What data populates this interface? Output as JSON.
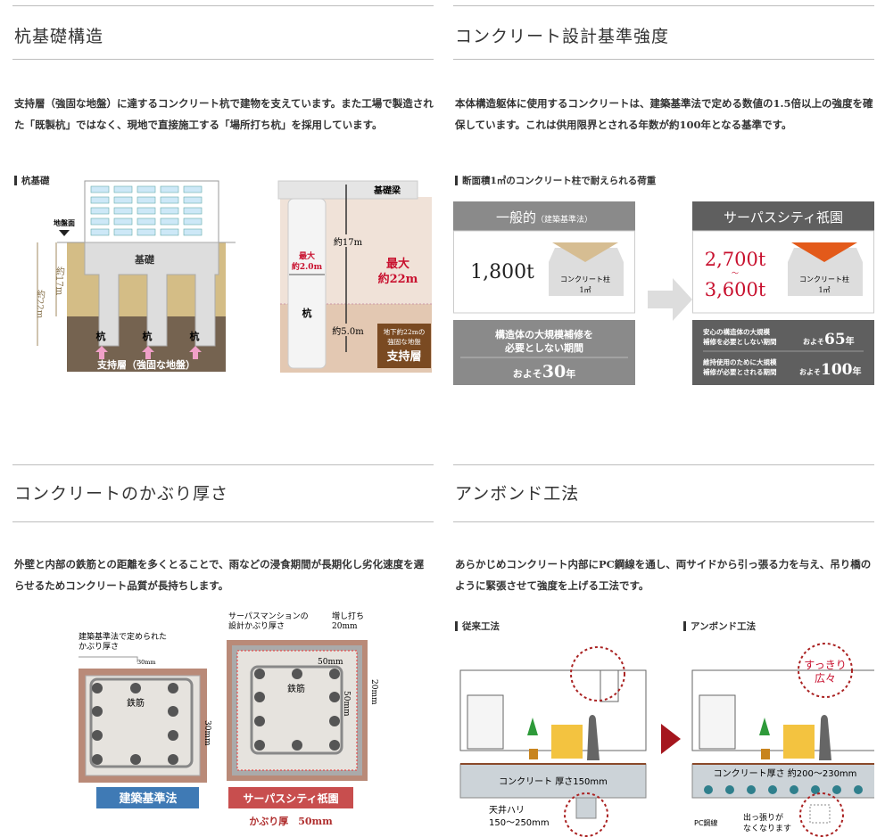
{
  "pile": {
    "title": "杭基礎構造",
    "text": "支持層（強固な地盤）に達するコンクリート杭で建物を支えています。また工場で製造された「既製杭」ではなく、現地で直接施工する「場所打ち杭」を採用しています。",
    "sub": "杭基礎",
    "ground": "地盤面",
    "foundation": "基礎",
    "pile": "杭",
    "d22": "約22m",
    "d17": "約17m",
    "layer": "支持層（強固な地盤）",
    "beam": "基礎梁",
    "maxdia1": "最大",
    "maxdia2": "約2.0m",
    "len17": "約17m",
    "len5": "約5.0m",
    "max1": "最大",
    "max2": "約22m",
    "box1": "地下約22mの",
    "box2": "強固な地盤",
    "box3": "支持層"
  },
  "strength": {
    "title": "コンクリート設計基準強度",
    "text": "本体構造躯体に使用するコンクリートは、建築基準法で定める数値の1.5倍以上の強度を確保しています。これは供用限界とされる年数が約100年となる基準です。",
    "sub": "断面積1㎡のコンクリート柱で耐えられる荷重",
    "general": {
      "head": "一般的",
      "head_small": "（建築基準法）",
      "value": "1,800t",
      "col1": "コンクリート柱",
      "col2": "1㎡",
      "note1": "構造体の大規模補修を",
      "note2": "必要としない期間",
      "years_pre": "およそ",
      "years": "30",
      "years_post": "年"
    },
    "surpass": {
      "head": "サーパスシティ祇園",
      "value1": "2,700t",
      "tilde": "～",
      "value2": "3,600t",
      "col1": "コンクリート柱",
      "col2": "1㎡",
      "r1a": "安心の構造体の大規模",
      "r1b": "補修を必要としない期間",
      "r1pre": "およそ",
      "r1y": "65",
      "r1post": "年",
      "r2a": "維持使用のために大規模",
      "r2b": "補修が必要とされる期間",
      "r2pre": "およそ",
      "r2y": "100",
      "r2post": "年"
    },
    "colors": {
      "accent_red": "#c8102e",
      "orange": "#e35a1a",
      "gray": "#8a8a8a",
      "dark": "#5f5f5f"
    }
  },
  "cover": {
    "title": "コンクリートのかぶり厚さ",
    "text": "外壁と内部の鉄筋との距離を多くとることで、雨などの浸食期間が長期化し劣化速度を遅らせるためコンクリート品質が長持ちします。",
    "std1": "建築基準法で定められた",
    "std2": "かぶり厚さ",
    "mm30": "30mm",
    "rebar": "鉄筋",
    "sp1": "サーパスマンションの",
    "sp2": "設計かぶり厚さ",
    "add1": "増し打ち",
    "add2": "20mm",
    "mm50": "50mm",
    "mm20": "20mm",
    "label_std": "建築基準法",
    "label_sp": "サーパスシティ祇園",
    "thick": "かぶり厚　50mm"
  },
  "unbond": {
    "title": "アンボンド工法",
    "text": "あらかじめコンクリート内部にPC鋼線を通し、両サイドから引っ張る力を与え、吊り橋のように緊張させて強度を上げる工法です。",
    "sub1": "従来工法",
    "sub2": "アンボンド工法",
    "slab1": "コンクリート 厚さ150mm",
    "beam1": "天井ハリ",
    "beam2": "150～250mm",
    "slab2": "コンクリート厚さ 約200～230mm",
    "wide1": "すっきり",
    "wide2": "広々",
    "pc": "PC鋼線",
    "out1": "出っ張りが",
    "out2": "なくなります"
  }
}
